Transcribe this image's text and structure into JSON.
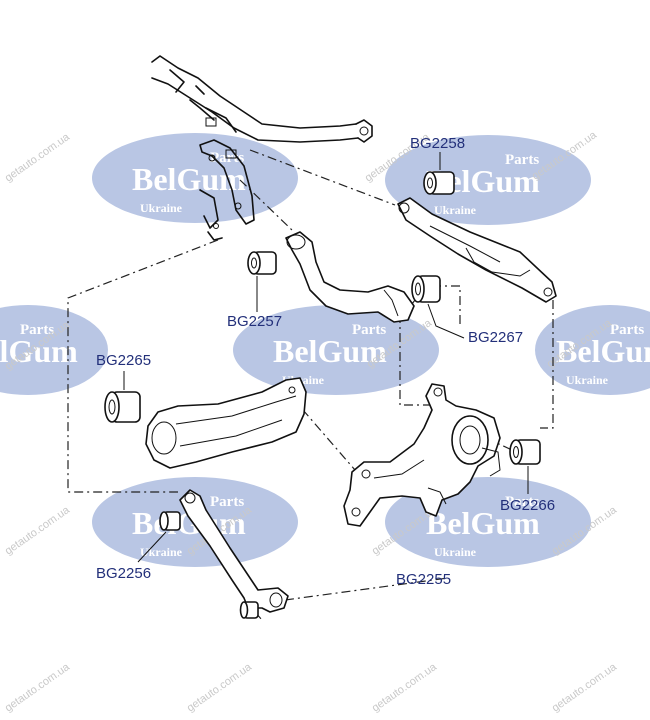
{
  "watermark": {
    "brand": "BelGum",
    "parts": "Parts",
    "country": "Ukraine",
    "site": "getauto.com.ua",
    "color": "#b9c6e4"
  },
  "labels": {
    "bg2258": "BG2258",
    "bg2257": "BG2257",
    "bg2267": "BG2267",
    "bg2265": "BG2265",
    "bg2266": "BG2266",
    "bg2256": "BG2256",
    "bg2255": "BG2255"
  },
  "label_color": "#23307a"
}
